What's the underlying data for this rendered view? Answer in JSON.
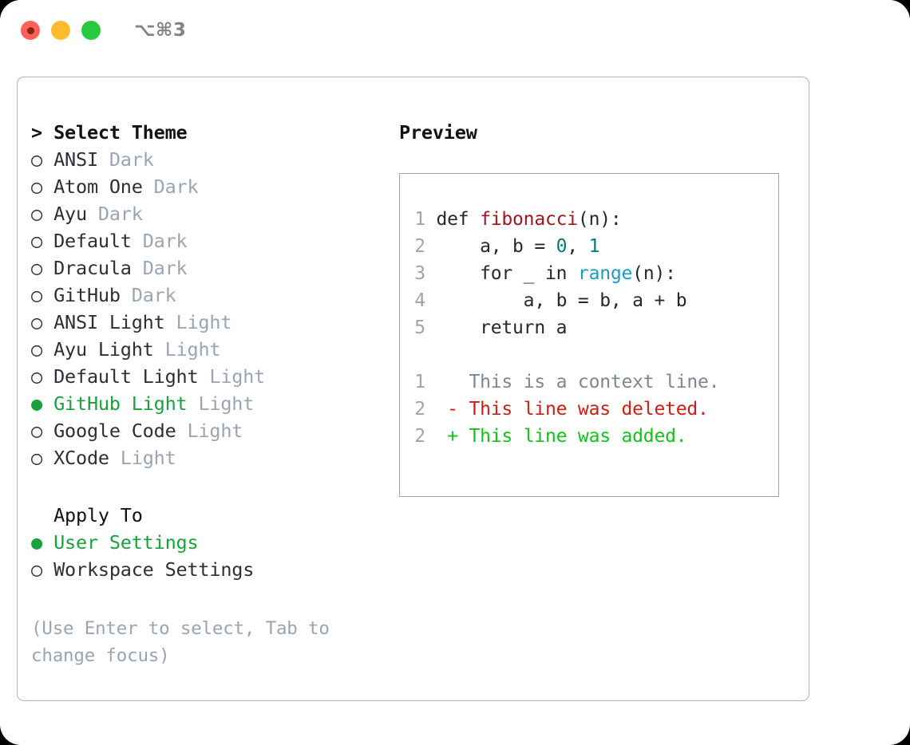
{
  "titlebar": {
    "shortcut": "⌥⌘3",
    "buttons": [
      "close",
      "minimize",
      "zoom"
    ]
  },
  "theme_section": {
    "caret": ">",
    "heading": "Select Theme",
    "selected": "GitHub Light",
    "items": [
      {
        "bullet": "○",
        "name": "ANSI",
        "variant": "Dark",
        "selected": false
      },
      {
        "bullet": "○",
        "name": "Atom One",
        "variant": "Dark",
        "selected": false
      },
      {
        "bullet": "○",
        "name": "Ayu",
        "variant": "Dark",
        "selected": false
      },
      {
        "bullet": "○",
        "name": "Default",
        "variant": "Dark",
        "selected": false
      },
      {
        "bullet": "○",
        "name": "Dracula",
        "variant": "Dark",
        "selected": false
      },
      {
        "bullet": "○",
        "name": "GitHub",
        "variant": "Dark",
        "selected": false
      },
      {
        "bullet": "○",
        "name": "ANSI Light",
        "variant": "Light",
        "selected": false
      },
      {
        "bullet": "○",
        "name": "Ayu Light",
        "variant": "Light",
        "selected": false
      },
      {
        "bullet": "○",
        "name": "Default Light",
        "variant": "Light",
        "selected": false
      },
      {
        "bullet": "●",
        "name": "GitHub Light",
        "variant": "Light",
        "selected": true
      },
      {
        "bullet": "○",
        "name": "Google Code",
        "variant": "Light",
        "selected": false
      },
      {
        "bullet": "○",
        "name": "XCode",
        "variant": "Light",
        "selected": false
      }
    ]
  },
  "apply_section": {
    "caret": " ",
    "heading": "Apply To",
    "selected": "User Settings",
    "items": [
      {
        "bullet": "●",
        "name": "User Settings",
        "selected": true
      },
      {
        "bullet": "○",
        "name": "Workspace Settings",
        "selected": false
      }
    ]
  },
  "hint": "(Use Enter to select, Tab to change focus)",
  "preview": {
    "title": "Preview",
    "code_lines": [
      {
        "no": "1",
        "segments": [
          {
            "text": "def ",
            "tok": "plain"
          },
          {
            "text": "fibonacci",
            "tok": "fn"
          },
          {
            "text": "(n):",
            "tok": "plain"
          }
        ]
      },
      {
        "no": "2",
        "segments": [
          {
            "text": "    a, b = ",
            "tok": "plain"
          },
          {
            "text": "0",
            "tok": "num"
          },
          {
            "text": ", ",
            "tok": "plain"
          },
          {
            "text": "1",
            "tok": "num"
          }
        ]
      },
      {
        "no": "3",
        "segments": [
          {
            "text": "    for _ in ",
            "tok": "plain"
          },
          {
            "text": "range",
            "tok": "call"
          },
          {
            "text": "(n):",
            "tok": "plain"
          }
        ]
      },
      {
        "no": "4",
        "segments": [
          {
            "text": "        a, b = b, a + b",
            "tok": "plain"
          }
        ]
      },
      {
        "no": "5",
        "segments": [
          {
            "text": "    return a",
            "tok": "plain"
          }
        ]
      }
    ],
    "diff_lines": [
      {
        "no": "1",
        "marker": " ",
        "text": "This is a context line.",
        "kind": "context"
      },
      {
        "no": "2",
        "marker": "-",
        "text": "This line was deleted.",
        "kind": "deleted"
      },
      {
        "no": "2",
        "marker": "+",
        "text": "This line was added.",
        "kind": "added"
      }
    ]
  },
  "colors": {
    "selected_green": "#19a23c",
    "muted": "#9aa5b4",
    "text": "#2b2f36",
    "border": "#aab4c0",
    "diff_added": "#12c218",
    "diff_deleted": "#d01c13",
    "token_function": "#a3161b",
    "token_number": "#0b7a75",
    "token_call": "#1a9bc4"
  }
}
